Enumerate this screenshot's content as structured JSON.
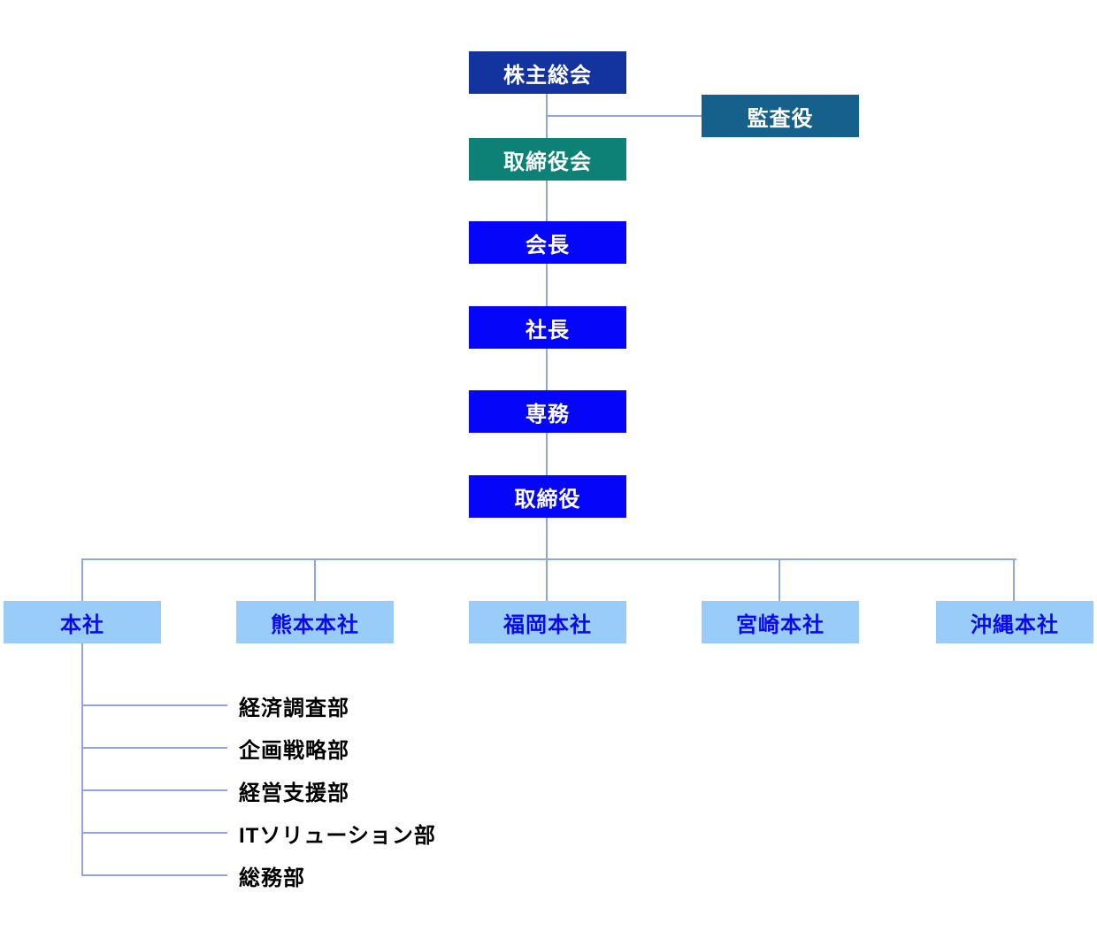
{
  "org_chart": {
    "nodes": [
      {
        "id": "shareholders-meeting",
        "label": "株主総会",
        "color": "#13339E",
        "text_color": "#FFFFFF"
      },
      {
        "id": "auditor",
        "label": "監査役",
        "color": "#15618C",
        "text_color": "#FFFFFF"
      },
      {
        "id": "board-of-directors",
        "label": "取締役会",
        "color": "#0E8176",
        "text_color": "#FFFFFF"
      },
      {
        "id": "chairman",
        "label": "会長",
        "color": "#0505FA",
        "text_color": "#FFFFFF"
      },
      {
        "id": "president",
        "label": "社長",
        "color": "#0505FA",
        "text_color": "#FFFFFF"
      },
      {
        "id": "senior-managing-director",
        "label": "専務",
        "color": "#0505FA",
        "text_color": "#FFFFFF"
      },
      {
        "id": "director",
        "label": "取締役",
        "color": "#0505FA",
        "text_color": "#FFFFFF"
      }
    ],
    "offices": [
      {
        "id": "head-office",
        "label": "本社"
      },
      {
        "id": "kumamoto",
        "label": "熊本本社"
      },
      {
        "id": "fukuoka",
        "label": "福岡本社"
      },
      {
        "id": "miyazaki",
        "label": "宮崎本社"
      },
      {
        "id": "okinawa",
        "label": "沖縄本社"
      }
    ],
    "office_style": {
      "fill": "#99CCF8",
      "text_color": "#0A0AF0"
    },
    "departments": [
      "経済調査部",
      "企画戦略部",
      "経営支援部",
      "ITソリューション部",
      "総務部"
    ],
    "department_text_color": "#000000",
    "connector_color": "#8FA8D6"
  }
}
